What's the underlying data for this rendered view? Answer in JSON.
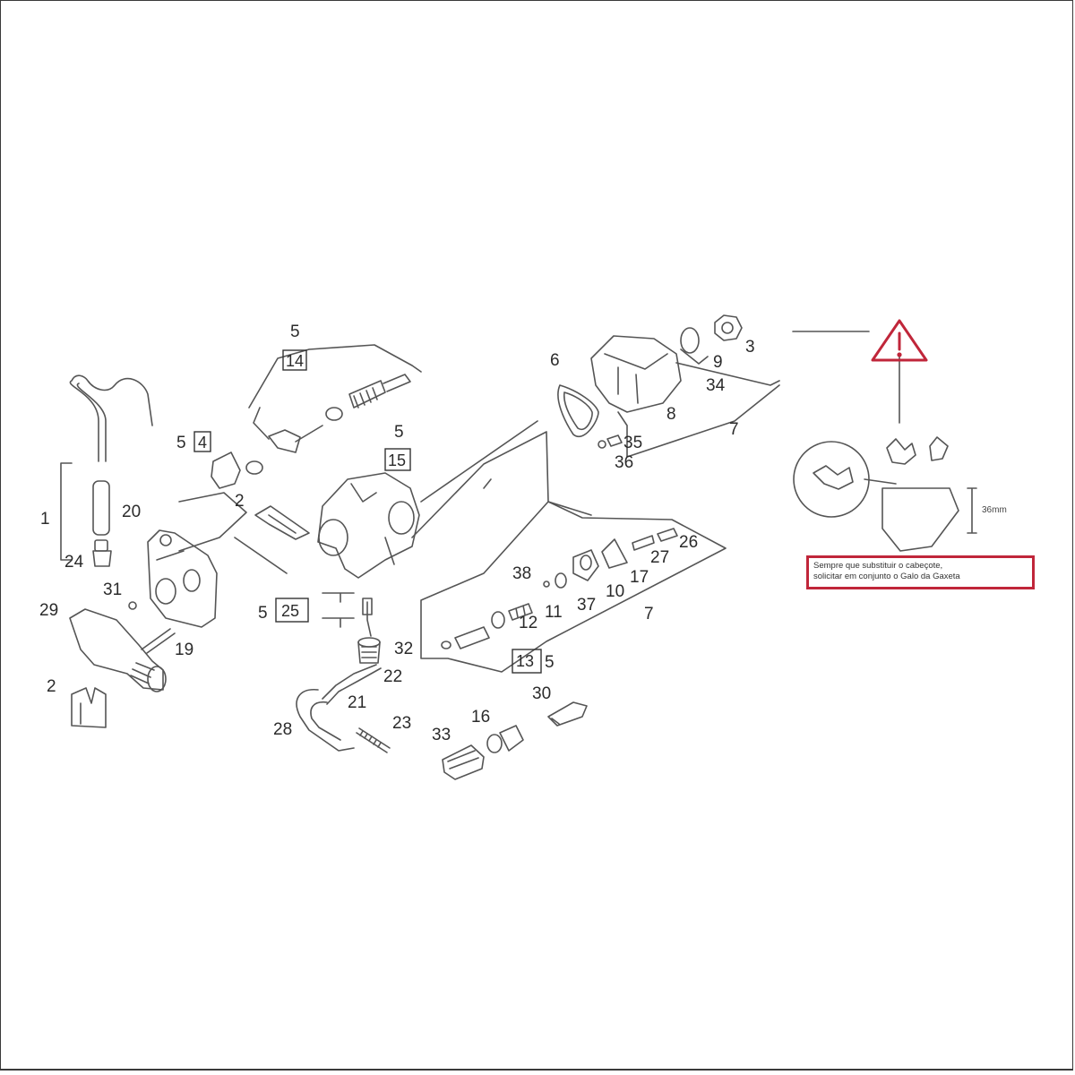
{
  "callouts": {
    "c1": "1",
    "c2a": "2",
    "c2b": "2",
    "c3": "3",
    "c5a": "5",
    "c5b": "5",
    "c5c": "5",
    "c5d": "5",
    "c5e": "5",
    "c6": "6",
    "c7a": "7",
    "c7b": "7",
    "c8": "8",
    "c9": "9",
    "c10": "10",
    "c11": "11",
    "c12": "12",
    "c16": "16",
    "c17": "17",
    "c19": "19",
    "c20": "20",
    "c21": "21",
    "c22": "22",
    "c23": "23",
    "c24": "24",
    "c26": "26",
    "c27": "27",
    "c28": "28",
    "c29": "29",
    "c30": "30",
    "c31": "31",
    "c32": "32",
    "c33": "33",
    "c34": "34",
    "c35": "35",
    "c36": "36",
    "c37": "37",
    "c38": "38"
  },
  "boxed_callouts": {
    "b4": "4",
    "b13": "13",
    "b14": "14",
    "b15": "15",
    "b25": "25"
  },
  "dimension_label": "36mm",
  "warning_note": {
    "line1": "Sempre que substituir o cabeçote,",
    "line2": "solicitar em conjunto o Galo da Gaxeta"
  },
  "colors": {
    "warning_red": "#c0263a",
    "line": "#555555",
    "label": "#2b2b2b"
  },
  "icons": {
    "warning": "warning-triangle-icon"
  }
}
